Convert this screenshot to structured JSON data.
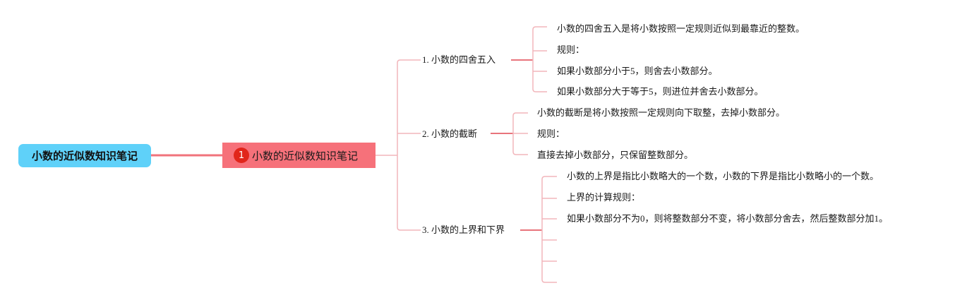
{
  "root": {
    "label": "小数的近似数知识笔记"
  },
  "main": {
    "badge": "1",
    "label": "小数的近似数知识笔记"
  },
  "topics": [
    {
      "label": "1. 小数的四舍五入",
      "items": [
        "小数的四舍五入是将小数按照一定规则近似到最靠近的整数。",
        "规则：",
        "如果小数部分小于5，则舍去小数部分。",
        "如果小数部分大于等于5，则进位并舍去小数部分。"
      ]
    },
    {
      "label": "2. 小数的截断",
      "items": [
        "小数的截断是将小数按照一定规则向下取整，去掉小数部分。",
        "规则：",
        "直接去掉小数部分，只保留整数部分。"
      ]
    },
    {
      "label": "3. 小数的上界和下界",
      "items": [
        "小数的上界是指比小数略大的一个数，小数的下界是指比小数略小的一个数。",
        "上界的计算规则：",
        "如果小数部分不为0，则将整数部分不变，将小数部分舍去，然后整数部分加1。",
        "",
        "",
        ""
      ]
    }
  ],
  "colors": {
    "root_fill": "#5fd1f9",
    "main_fill": "#f6717a",
    "badge_fill": "#e1251b",
    "main_link": "#f0737b",
    "branch_line": "#f2b6bb",
    "topic_underline": "#e8747c"
  }
}
